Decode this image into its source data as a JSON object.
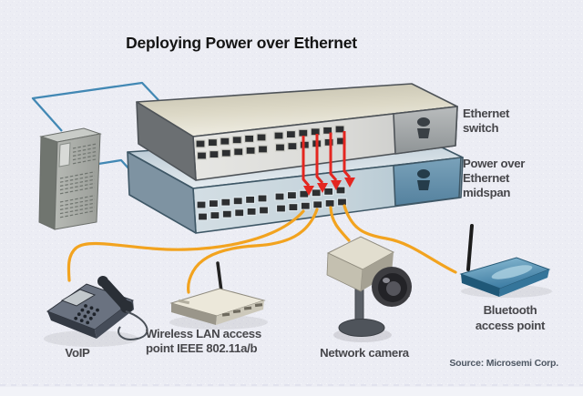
{
  "diagram": {
    "title": "Deploying Power over Ethernet",
    "source": "Source: Microsemi Corp.",
    "labels": {
      "switch": [
        "Ethernet",
        "switch"
      ],
      "midspan": [
        "Power over",
        "Ethernet",
        "midspan"
      ],
      "voip": [
        "VoIP"
      ],
      "wlan": [
        "Wireless LAN access",
        "point IEEE 802.11a/b"
      ],
      "camera": [
        "Network camera"
      ],
      "bluetooth": [
        "Bluetooth",
        "access point"
      ]
    },
    "colors": {
      "poe_cable_orange": "#F2A31F",
      "power_arrow_red": "#E42620",
      "uplink_blue": "#4288B4",
      "switch_top_beige": "#D6D2BE",
      "midspan_blue": "#6D98B2",
      "background": "#ECEDF4"
    }
  }
}
